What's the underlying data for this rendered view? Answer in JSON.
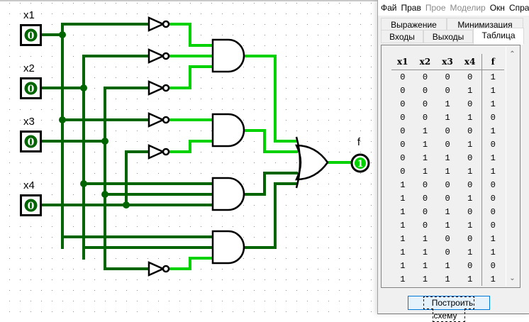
{
  "circuit": {
    "inputs": [
      {
        "label": "x1",
        "value": "0"
      },
      {
        "label": "x2",
        "value": "0"
      },
      {
        "label": "x3",
        "value": "0"
      },
      {
        "label": "x4",
        "value": "0"
      }
    ],
    "output": {
      "label": "f",
      "value": "1"
    },
    "colors": {
      "wire_low": "#006400",
      "wire_high": "#00d200",
      "gate_stroke": "#000000",
      "grid_dot": "#8c8c8c"
    }
  },
  "panel": {
    "menu": [
      {
        "label": "Фай",
        "enabled": true
      },
      {
        "label": "Прав",
        "enabled": true
      },
      {
        "label": "Прое",
        "enabled": false
      },
      {
        "label": "Моделир",
        "enabled": false
      },
      {
        "label": "Окн",
        "enabled": true
      },
      {
        "label": "Справ",
        "enabled": true
      }
    ],
    "tabs_row1": [
      "Выражение",
      "Минимизация"
    ],
    "tabs_row2": [
      "Входы",
      "Выходы",
      "Таблица"
    ],
    "active_tab": "Таблица",
    "truth_table": {
      "headers": [
        "x1",
        "x2",
        "x3",
        "x4",
        "f"
      ],
      "rows": [
        [
          "0",
          "0",
          "0",
          "0",
          "1"
        ],
        [
          "0",
          "0",
          "0",
          "1",
          "1"
        ],
        [
          "0",
          "0",
          "1",
          "0",
          "1"
        ],
        [
          "0",
          "0",
          "1",
          "1",
          "0"
        ],
        [
          "0",
          "1",
          "0",
          "0",
          "1"
        ],
        [
          "0",
          "1",
          "0",
          "1",
          "0"
        ],
        [
          "0",
          "1",
          "1",
          "0",
          "1"
        ],
        [
          "0",
          "1",
          "1",
          "1",
          "1"
        ],
        [
          "1",
          "0",
          "0",
          "0",
          "0"
        ],
        [
          "1",
          "0",
          "0",
          "1",
          "0"
        ],
        [
          "1",
          "0",
          "1",
          "0",
          "0"
        ],
        [
          "1",
          "0",
          "1",
          "1",
          "0"
        ],
        [
          "1",
          "1",
          "0",
          "0",
          "1"
        ],
        [
          "1",
          "1",
          "0",
          "1",
          "1"
        ],
        [
          "1",
          "1",
          "1",
          "0",
          "0"
        ],
        [
          "1",
          "1",
          "1",
          "1",
          "1"
        ]
      ]
    },
    "scroll_up_icon": "▲",
    "scroll_down_icon": "▼",
    "build_button": "Построить схему"
  }
}
